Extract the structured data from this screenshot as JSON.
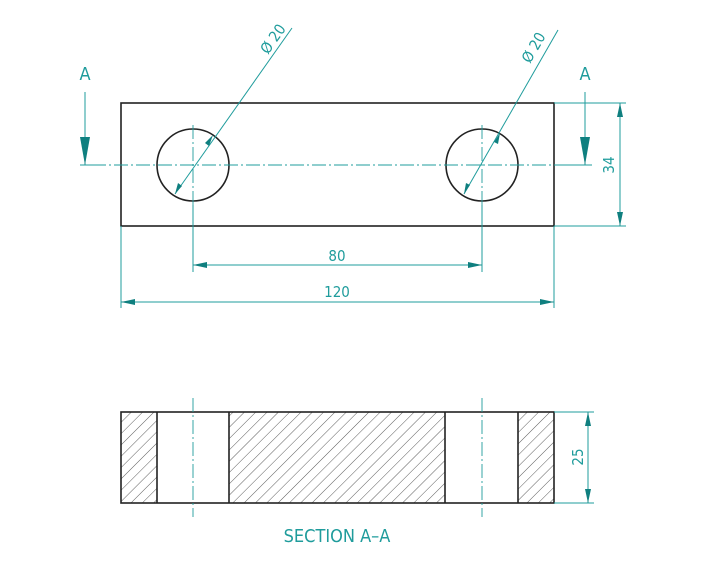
{
  "drawing": {
    "section_marker_left": "A",
    "section_marker_right": "A",
    "hole_left_diameter": "Ø 20",
    "hole_right_diameter": "Ø 20",
    "dim_hole_spacing": "80",
    "dim_overall_length": "120",
    "dim_width": "34",
    "dim_thickness": "25",
    "section_title": "SECTION A–A"
  },
  "colors": {
    "dimension": "#1f9c9c",
    "outline": "#222222"
  }
}
